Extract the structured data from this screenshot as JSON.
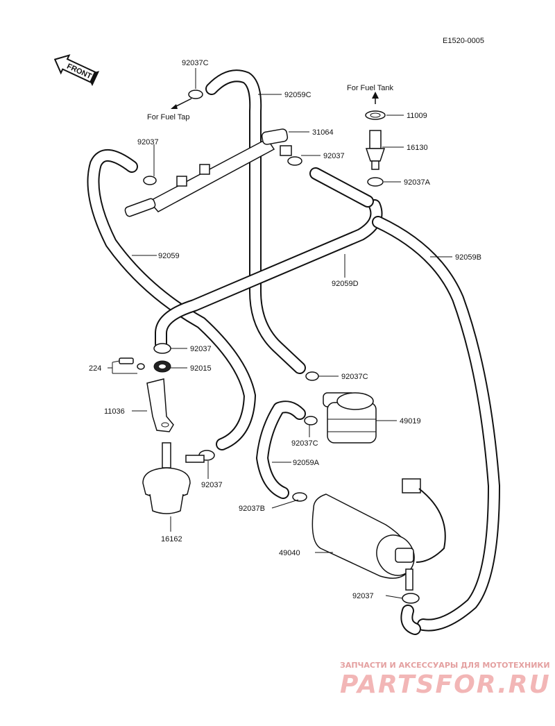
{
  "diagram_code": "E1520-0005",
  "front_label": "FRONT",
  "notes": {
    "fuel_tap": "For Fuel Tap",
    "fuel_tank": "For Fuel Tank"
  },
  "labels": {
    "p92037C_top": "92037C",
    "p92059C": "92059C",
    "p31064": "31064",
    "p92037_tl": "92037",
    "p92037_mid": "92037",
    "p11009": "11009",
    "p16130": "16130",
    "p92037A": "92037A",
    "p92059": "92059",
    "p92059D": "92059D",
    "p92059B": "92059B",
    "p92037_clamp": "92037",
    "p224": "224",
    "p92015": "92015",
    "p92037C_mid": "92037C",
    "p11036": "11036",
    "p49019": "49019",
    "p92037C_low": "92037C",
    "p92059A": "92059A",
    "p92037_reg": "92037",
    "p16162": "16162",
    "p92037B": "92037B",
    "p49040": "49040",
    "p92037_bottom": "92037"
  },
  "watermark": {
    "line1": "ЗАПЧАСТИ И АКСЕССУАРЫ ДЛЯ МОТОТЕХНИКИ",
    "line2": "PARTSFOR.RU"
  }
}
